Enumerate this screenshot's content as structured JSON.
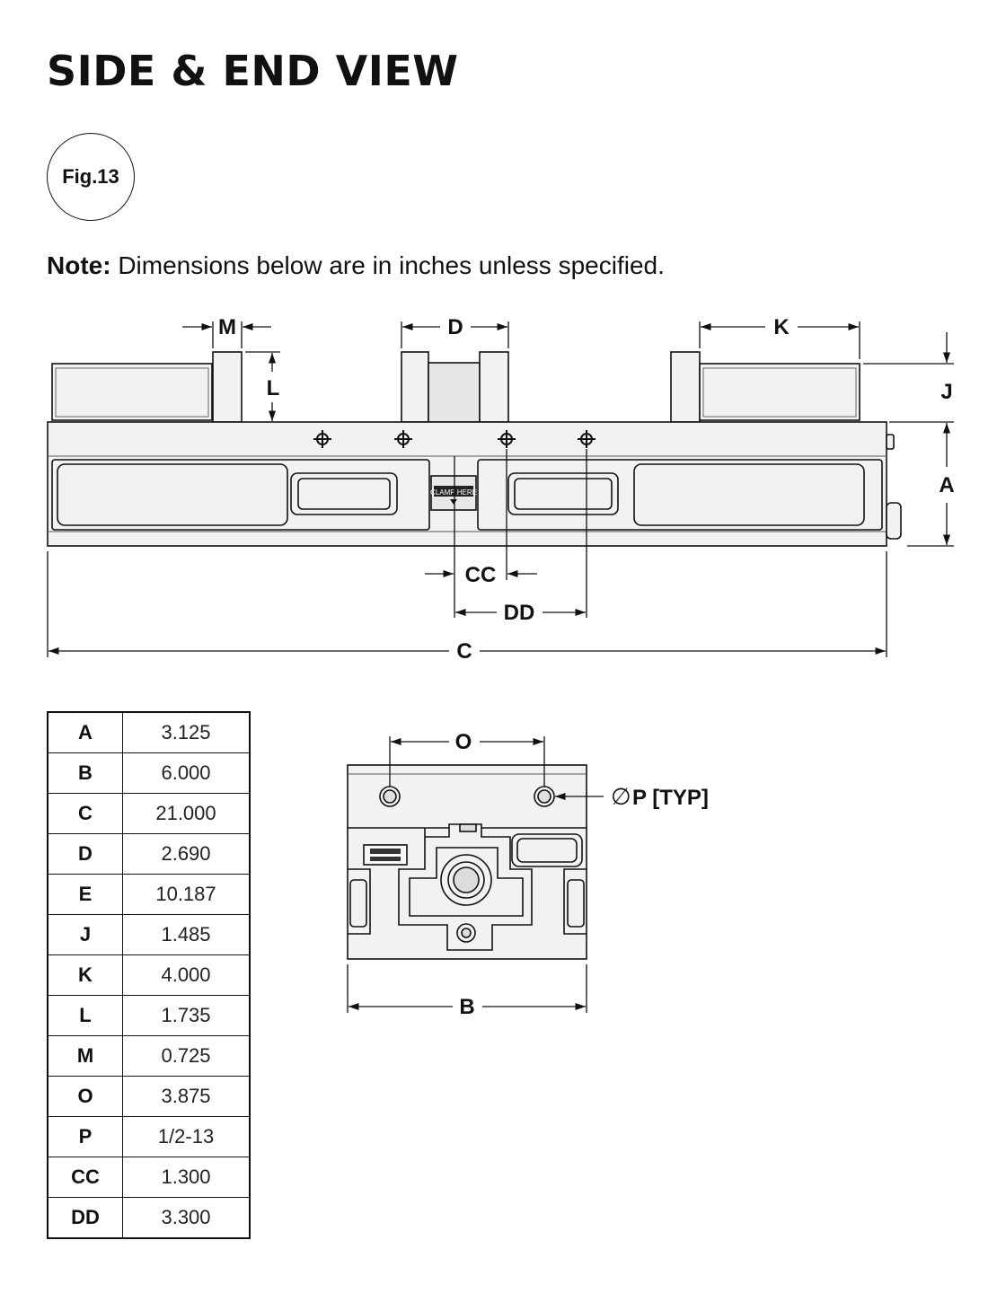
{
  "page": {
    "title": "SIDE & END VIEW",
    "fig_label": "Fig.13",
    "note_label": "Note:",
    "note_text": " Dimensions below are in inches unless specified."
  },
  "side_view": {
    "labels": {
      "M": "M",
      "D": "D",
      "K": "K",
      "L": "L",
      "J": "J",
      "A": "A",
      "CC": "CC",
      "DD": "DD",
      "C": "C"
    },
    "center_label": "CLAMP HERE"
  },
  "end_view": {
    "labels": {
      "O": "O",
      "B": "B",
      "P": "P [TYP]",
      "dia_symbol": "∅"
    }
  },
  "dimensions": [
    {
      "key": "A",
      "value": "3.125"
    },
    {
      "key": "B",
      "value": "6.000"
    },
    {
      "key": "C",
      "value": "21.000"
    },
    {
      "key": "D",
      "value": "2.690"
    },
    {
      "key": "E",
      "value": "10.187"
    },
    {
      "key": "J",
      "value": "1.485"
    },
    {
      "key": "K",
      "value": "4.000"
    },
    {
      "key": "L",
      "value": "1.735"
    },
    {
      "key": "M",
      "value": "0.725"
    },
    {
      "key": "O",
      "value": "3.875"
    },
    {
      "key": "P",
      "value": "1/2-13"
    },
    {
      "key": "CC",
      "value": "1.300"
    },
    {
      "key": "DD",
      "value": "3.300"
    }
  ],
  "colors": {
    "part_fill": "#f2f2f2",
    "line": "#111111",
    "shadow": "#d6d6d6"
  }
}
